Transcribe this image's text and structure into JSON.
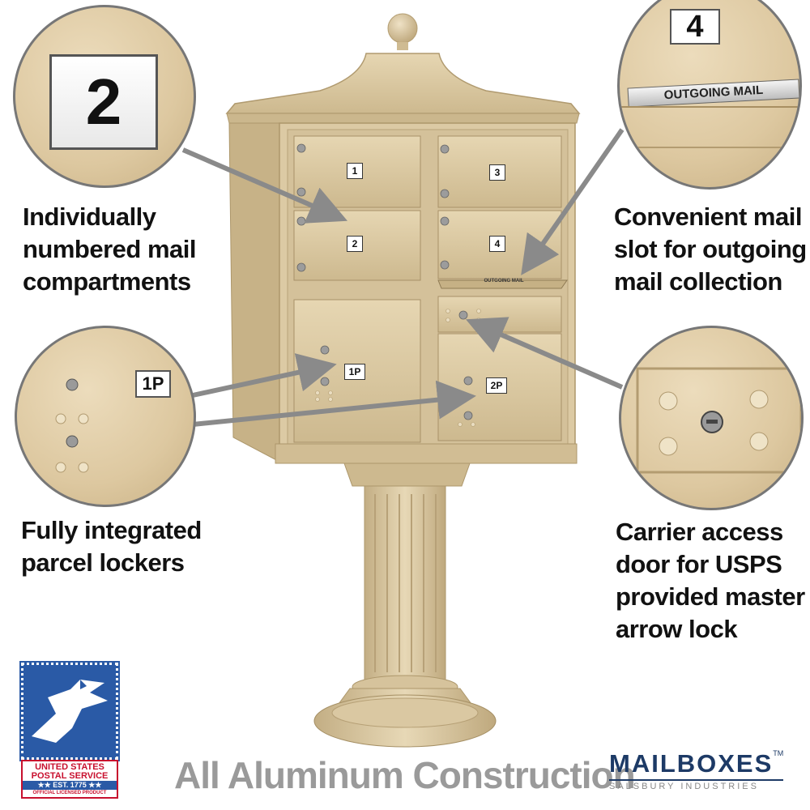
{
  "callouts": {
    "numbered": {
      "lines": [
        "Individually",
        "numbered mail",
        "compartments"
      ],
      "plate": "2"
    },
    "outgoing": {
      "lines": [
        "Convenient mail",
        "slot for outgoing",
        "mail collection"
      ],
      "plate": "4",
      "slot_label": "OUTGOING MAIL"
    },
    "parcel": {
      "lines": [
        "Fully integrated",
        "parcel lockers"
      ],
      "plate": "1P"
    },
    "carrier": {
      "lines": [
        "Carrier access",
        "door for USPS",
        "provided master",
        "arrow lock"
      ]
    }
  },
  "compartments": {
    "door_1": "1",
    "door_2": "2",
    "door_3": "3",
    "door_4": "4",
    "parcel_1": "1P",
    "parcel_2": "2P",
    "slot_label": "OUTGOING MAIL"
  },
  "footer": {
    "tagline": "All Aluminum Construction"
  },
  "brand": {
    "name": "MAILBOXES",
    "tm": "TM",
    "sub": "SALSBURY INDUSTRIES"
  },
  "usps_logo": {
    "line1": "UNITED STATES",
    "line2": "POSTAL SERVICE",
    "line3": "★★ EST. 1775 ★★",
    "line4": "OFFICIAL LICENSED PRODUCT"
  },
  "colors": {
    "sand": "#d9c7a1",
    "sand_dark": "#b9a47c",
    "arrow": "#8a8a8a",
    "brand_blue": "#1d3a66",
    "usps_red": "#c8102e",
    "usps_blue": "#2a5aa6"
  }
}
